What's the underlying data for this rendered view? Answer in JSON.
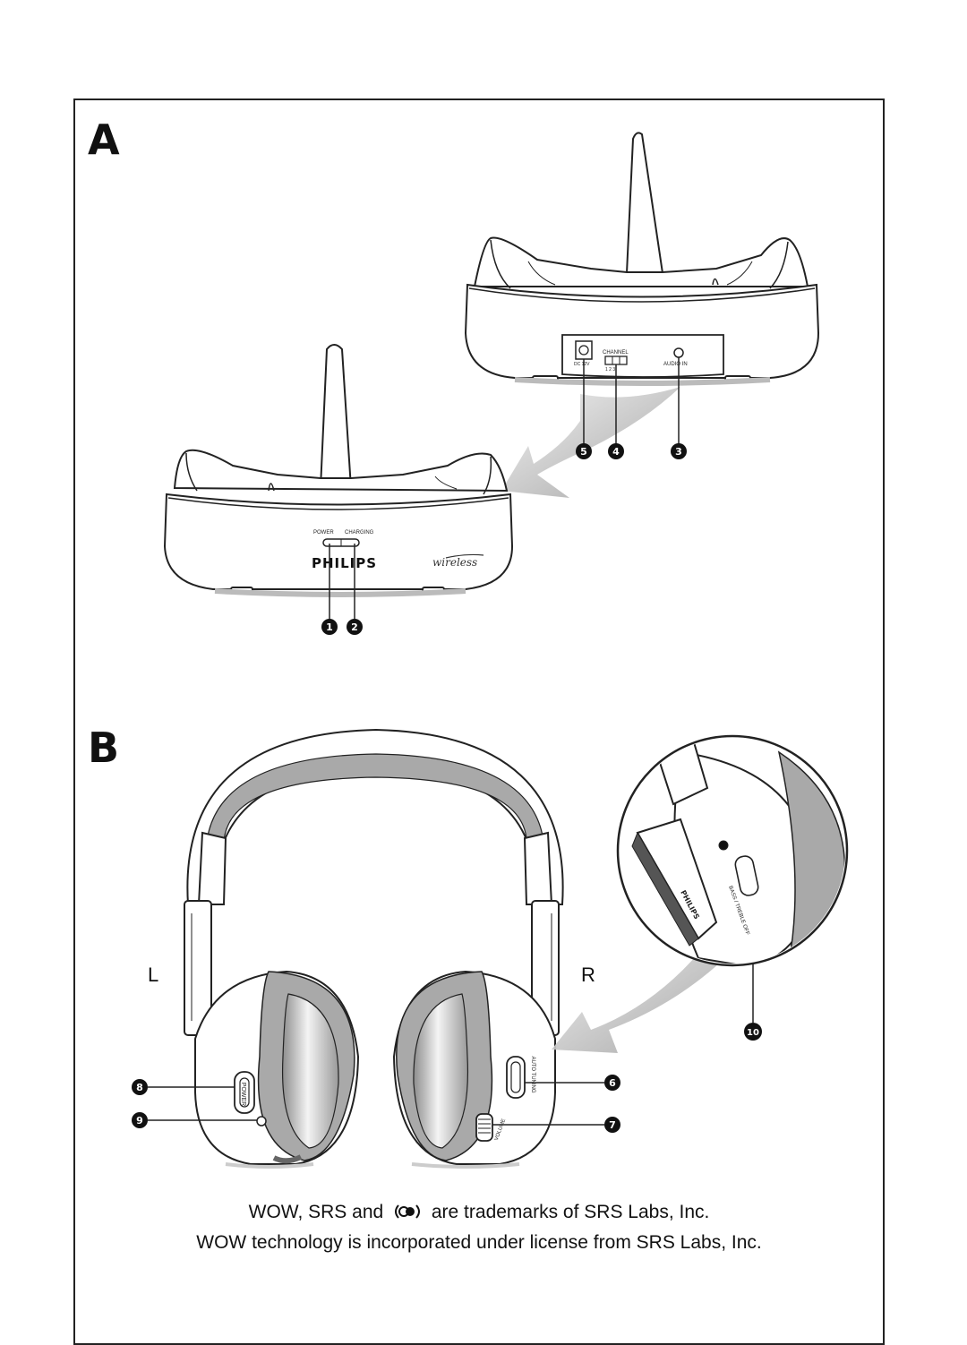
{
  "sections": {
    "a_label": "A",
    "b_label": "B"
  },
  "base_back": {
    "channel_label": "CHANNEL",
    "channel_positions": "1  2  3",
    "dc_label": "DC 12V",
    "audio_in_label": "AUDIO IN"
  },
  "base_front": {
    "power_label": "POWER",
    "charging_label": "CHARGING",
    "brand": "PHILIPS",
    "wireless_logo": "wireless"
  },
  "callouts": {
    "c1": "1",
    "c2": "2",
    "c3": "3",
    "c4": "4",
    "c5": "5",
    "c6": "6",
    "c7": "7",
    "c8": "8",
    "c9": "9",
    "c10": "10"
  },
  "headphones": {
    "left_label": "L",
    "right_label": "R",
    "power_switch_text": "POWER",
    "auto_tuning_text": "AUTO TUNING",
    "volume_text": "VOLUME",
    "zoom_brand": "PHILIPS",
    "zoom_switch_text": "BASS / TREBLE OFF"
  },
  "caption": {
    "line1_a": "WOW, SRS and",
    "line1_b": "are trademarks of SRS Labs, Inc.",
    "line2": "WOW technology is incorporated under license from SRS Labs, Inc."
  },
  "colors": {
    "line": "#222222",
    "grey_fill": "#a9a9a9",
    "light_grey": "#d0d0d0",
    "callout_fill": "#111111"
  },
  "icons": [
    "srs-logo-icon",
    "arrow-icon"
  ]
}
